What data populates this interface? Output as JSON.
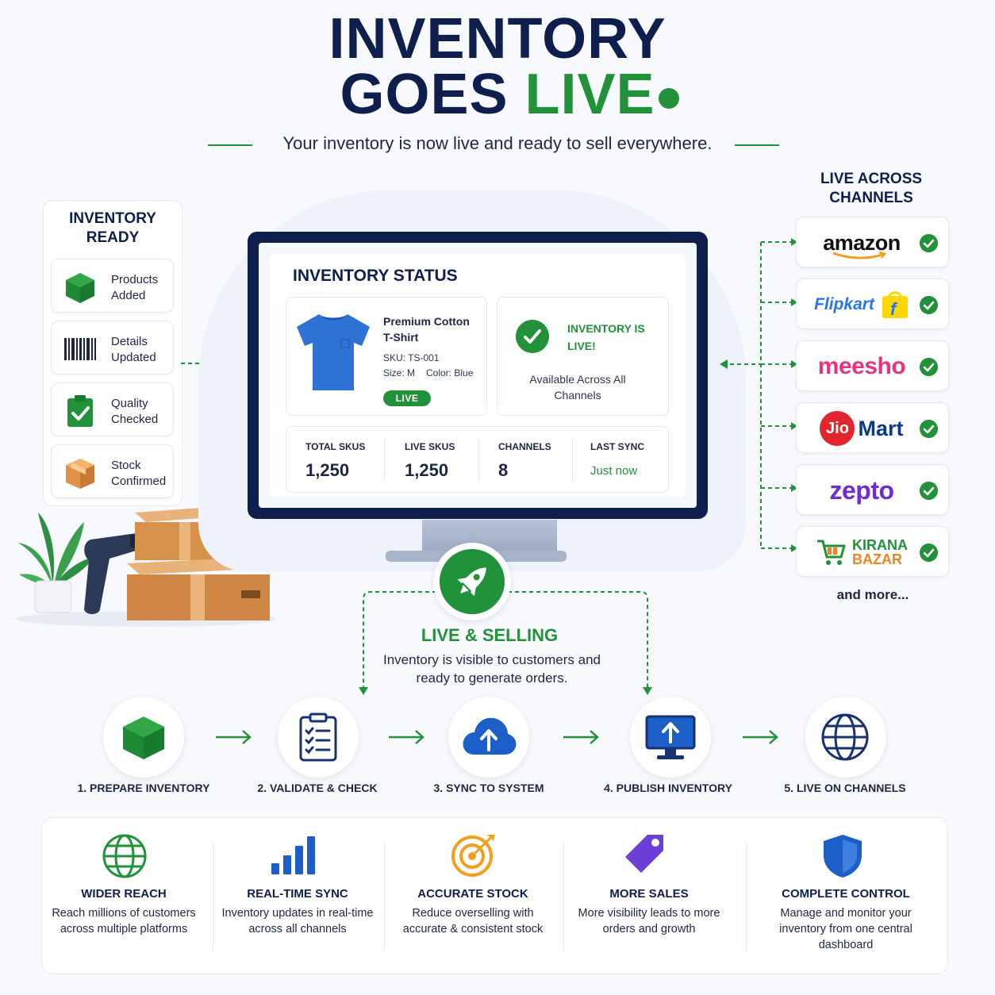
{
  "header": {
    "title_line1": "INVENTORY",
    "title_goes": "GOES",
    "title_live": "LIVE",
    "subtitle": "Your inventory is now live and ready to sell everywhere."
  },
  "ready_panel": {
    "title": "INVENTORY READY",
    "items": [
      {
        "label": "Products Added",
        "icon": "cube-icon"
      },
      {
        "label": "Details Updated",
        "icon": "barcode-icon"
      },
      {
        "label": "Quality Checked",
        "icon": "clipboard-check-icon"
      },
      {
        "label": "Stock Confirmed",
        "icon": "box-icon"
      }
    ]
  },
  "status": {
    "title": "INVENTORY STATUS",
    "product": {
      "name": "Premium Cotton T-Shirt",
      "sku": "SKU: TS-001",
      "size": "Size: M",
      "color": "Color: Blue",
      "badge": "LIVE"
    },
    "live": {
      "heading": "INVENTORY IS LIVE!",
      "sub": "Available Across All Channels"
    },
    "stats": [
      {
        "label": "TOTAL SKUS",
        "value": "1,250"
      },
      {
        "label": "LIVE SKUS",
        "value": "1,250"
      },
      {
        "label": "CHANNELS",
        "value": "8"
      },
      {
        "label": "LAST SYNC",
        "value": "Just now"
      }
    ]
  },
  "channels": {
    "title": "LIVE ACROSS CHANNELS",
    "items": [
      {
        "name": "amazon",
        "color": "#111111"
      },
      {
        "name": "Flipkart",
        "color": "#2874f0"
      },
      {
        "name": "meesho",
        "color": "#e6347e"
      },
      {
        "name_a": "Jio",
        "name_b": "Mart",
        "color": "#0a3a8c"
      },
      {
        "name": "zepto",
        "color": "#6f2bd9"
      },
      {
        "name_a": "KIRANA",
        "name_b": "BAZAR",
        "color": "#22923a"
      }
    ],
    "more": "and more..."
  },
  "live_selling": {
    "title": "LIVE & SELLING",
    "desc": "Inventory is visible to customers and ready to generate orders."
  },
  "steps": [
    {
      "label": "1. PREPARE INVENTORY",
      "icon": "cube-icon"
    },
    {
      "label": "2. VALIDATE & CHECK",
      "icon": "clipboard-list-icon"
    },
    {
      "label": "3. SYNC TO SYSTEM",
      "icon": "cloud-upload-icon"
    },
    {
      "label": "4. PUBLISH INVENTORY",
      "icon": "monitor-upload-icon"
    },
    {
      "label": "5. LIVE ON CHANNELS",
      "icon": "globe-icon"
    }
  ],
  "benefits": [
    {
      "title": "WIDER REACH",
      "desc": "Reach millions of customers across multiple platforms",
      "icon": "globe-icon"
    },
    {
      "title": "REAL-TIME SYNC",
      "desc": "Inventory updates in real-time across all channels",
      "icon": "signal-bars-icon"
    },
    {
      "title": "ACCURATE STOCK",
      "desc": "Reduce overselling with accurate & consistent stock",
      "icon": "target-icon"
    },
    {
      "title": "MORE SALES",
      "desc": "More visibility leads to more orders and growth",
      "icon": "price-tag-icon"
    },
    {
      "title": "COMPLETE CONTROL",
      "desc": "Manage and monitor your inventory from one central dashboard",
      "icon": "shield-icon"
    }
  ],
  "colors": {
    "navy": "#0f1f4d",
    "green": "#22923a",
    "blue": "#1d5fc9",
    "orange": "#f2a01c",
    "purple": "#6b3fd6"
  }
}
